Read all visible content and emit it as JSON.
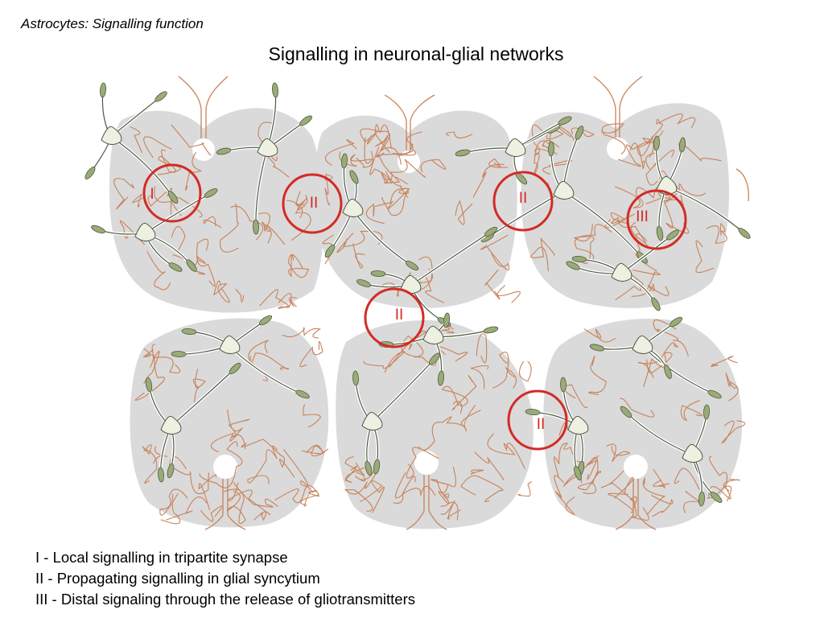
{
  "header": {
    "slide_label": "Astrocytes: Signalling function",
    "title": "Signalling in neuronal-glial networks"
  },
  "diagram": {
    "zone_markers": [
      "I",
      "II",
      "II",
      "II",
      "III",
      "II"
    ]
  },
  "legend": {
    "items": [
      "I - Local signalling in tripartite synapse",
      "II - Propagating signalling in glial syncytium",
      "III - Distal signaling through the release of gliotransmitters"
    ]
  },
  "colors": {
    "marker_ring": "#d42a25",
    "cell_region": "#dadada",
    "neural_fiber": "#c8825a",
    "astrocyte_process": "#4d5a44",
    "astrocyte_end_foot": "#9aab76"
  }
}
